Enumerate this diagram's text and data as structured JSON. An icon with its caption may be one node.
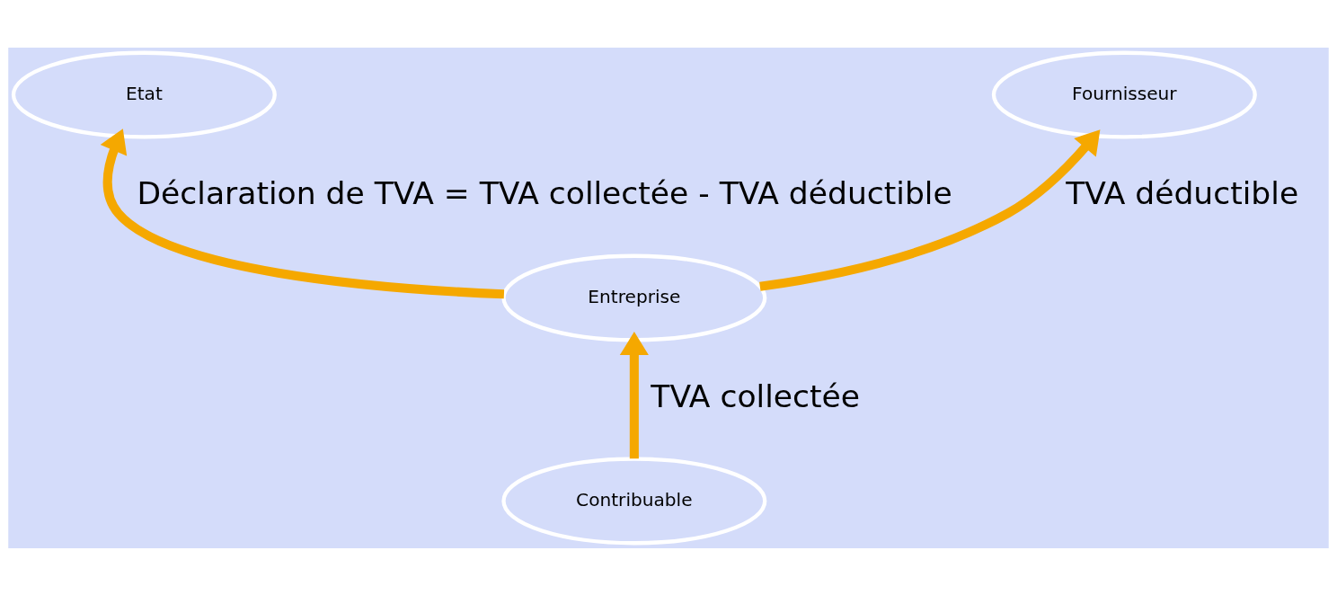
{
  "diagram": {
    "nodes": [
      {
        "text": [
          "Etat"
        ]
      },
      {
        "text": [
          "Fournisseur"
        ]
      },
      {
        "text": [
          "Entreprise"
        ]
      },
      {
        "text": [
          "Contribuable"
        ]
      }
    ],
    "edges": [
      {
        "from": 2,
        "to": 1,
        "arrow": "to",
        "label": "TVA déductible"
      },
      {
        "from": 2,
        "to": 0,
        "arrow": "to",
        "label": "Déclaration de TVA = TVA collectée - TVA déductible"
      },
      {
        "from": 3,
        "to": 2,
        "arrow": "to",
        "label": "TVA collectée"
      }
    ]
  }
}
